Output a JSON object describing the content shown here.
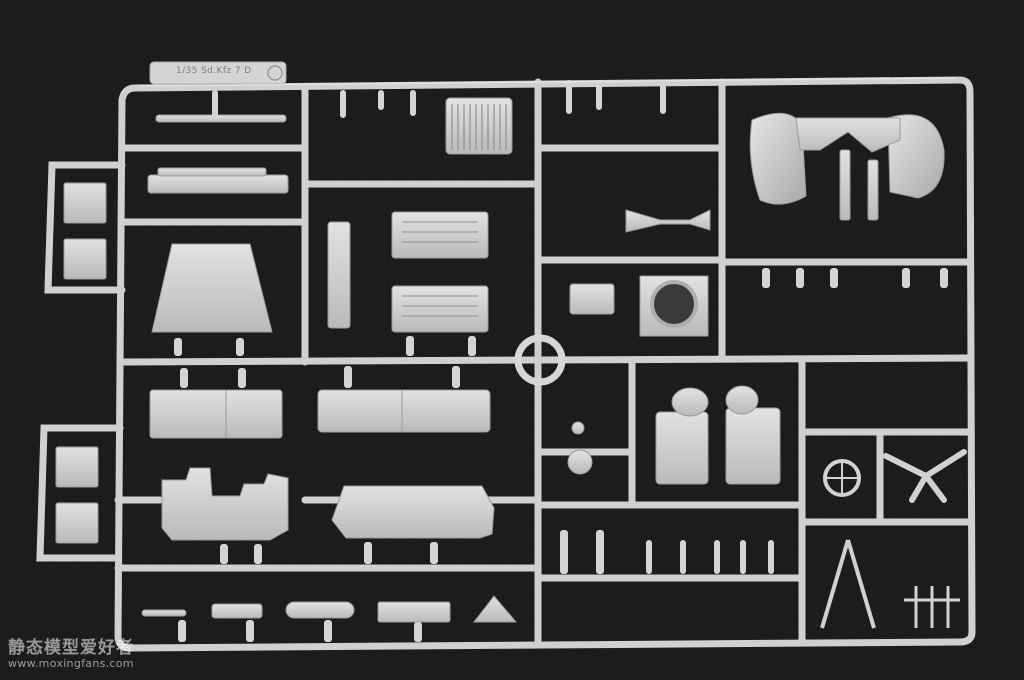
{
  "sprue": {
    "tab_label": "1/35 Sd.Kfz 7 D",
    "colors": {
      "background": "#1b1b1b",
      "plastic": "#cfd1ce",
      "plastic_shadow": "#9a9c99",
      "plastic_highlight": "#e4e5e3"
    }
  },
  "watermark": {
    "chinese": "静态模型爱好者",
    "url": "www.moxingfans.com"
  }
}
